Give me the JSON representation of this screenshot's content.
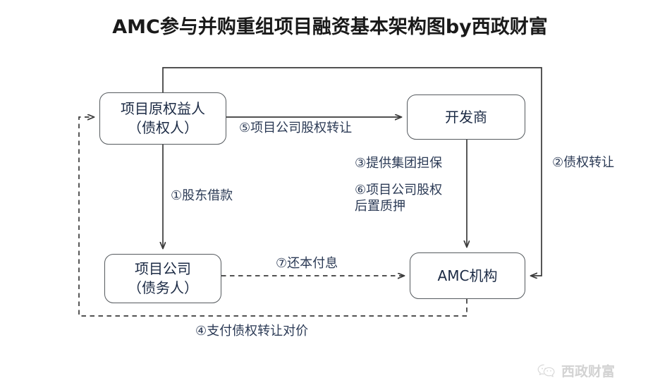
{
  "title": "AMC参与并购重组项目融资基本架构图by西政财富",
  "diagram": {
    "type": "flow-diagram",
    "nodes": [
      {
        "id": "original",
        "label": "项目原权益人\n（债权人）",
        "role": "original-equity-holder-creditor"
      },
      {
        "id": "developer",
        "label": "开发商",
        "role": "developer"
      },
      {
        "id": "projectco",
        "label": "项目公司\n（债务人）",
        "role": "project-company-debtor"
      },
      {
        "id": "amc",
        "label": "AMC机构",
        "role": "amc-institution"
      }
    ],
    "edges": [
      {
        "id": "e1",
        "number": "①",
        "label": "①股东借款",
        "from": "original",
        "to": "projectco",
        "style": "solid"
      },
      {
        "id": "e2",
        "number": "②",
        "label": "②债权转让",
        "from": "original",
        "to": "amc",
        "style": "solid"
      },
      {
        "id": "e3",
        "number": "③",
        "label": "③提供集团担保",
        "from": "developer",
        "to": "amc",
        "style": "solid"
      },
      {
        "id": "e4",
        "number": "④",
        "label": "④支付债权转让对价",
        "from": "amc",
        "to": "original",
        "style": "dashed"
      },
      {
        "id": "e5",
        "number": "⑤",
        "label": "⑤项目公司股权转让",
        "from": "original",
        "to": "developer",
        "style": "solid"
      },
      {
        "id": "e6",
        "number": "⑥",
        "label": "⑥项目公司股权\n后置质押",
        "from": "developer",
        "to": "amc",
        "style": "solid"
      },
      {
        "id": "e7",
        "number": "⑦",
        "label": "⑦还本付息",
        "from": "projectco",
        "to": "amc",
        "style": "dashed"
      }
    ]
  },
  "watermark": {
    "text": "西政财富",
    "icon": "wechat-icon"
  },
  "colors": {
    "title": "#1a1a1a",
    "node_border": "#555a5e",
    "node_text": "#1b2a44",
    "edge": "#3a3a3a",
    "label_text": "#2b3a55",
    "background": "#ffffff"
  }
}
